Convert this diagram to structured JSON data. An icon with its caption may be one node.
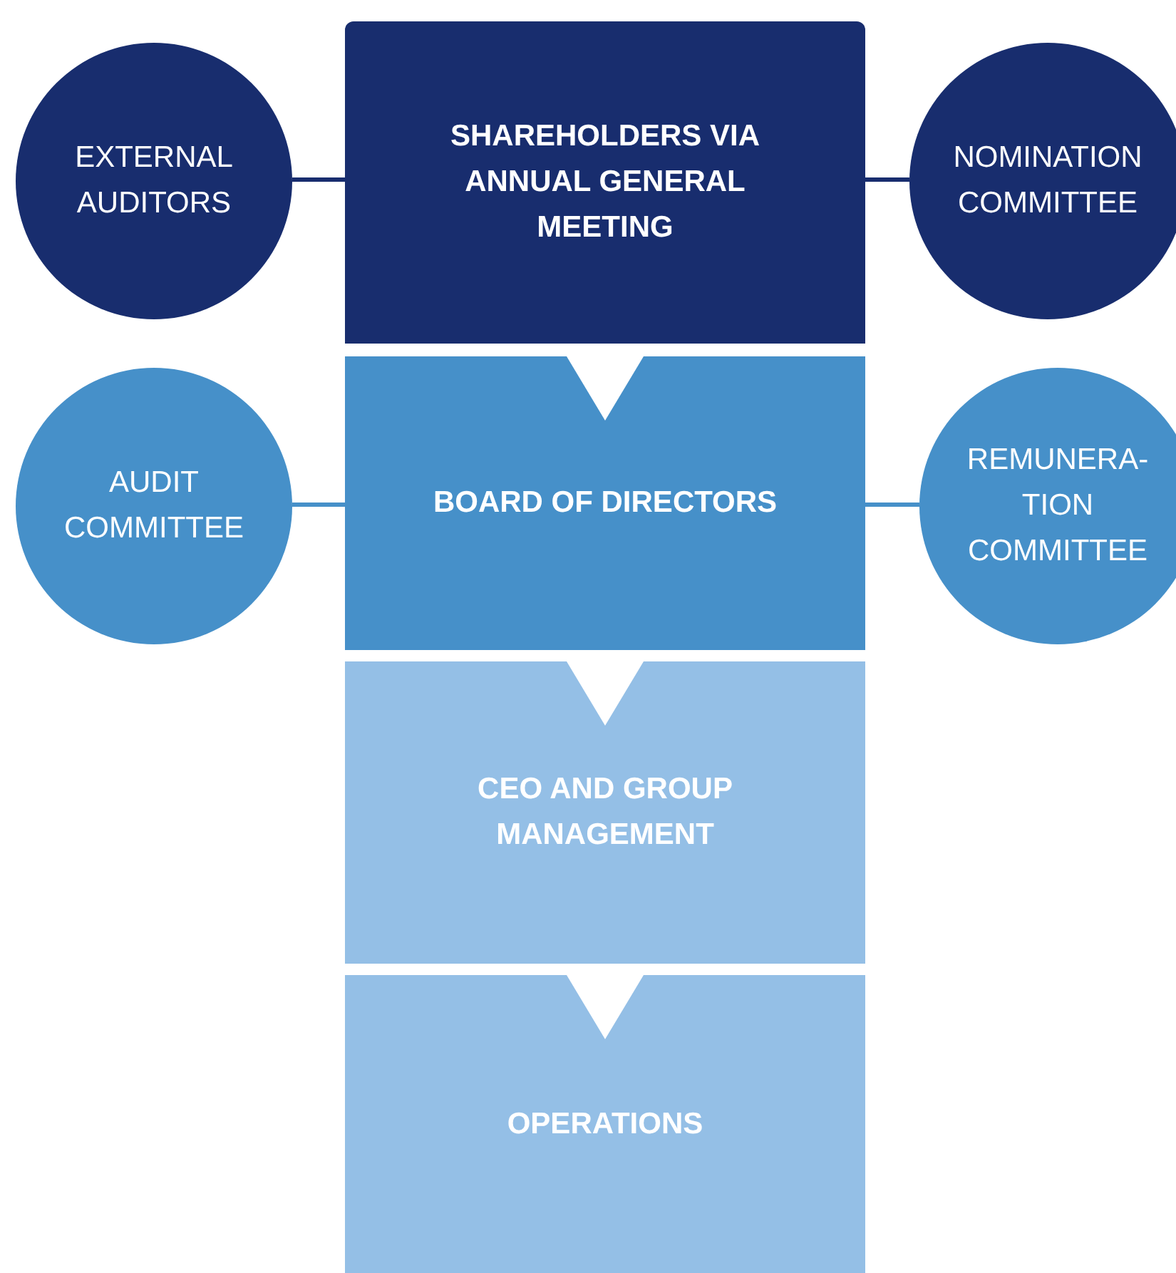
{
  "diagram": {
    "nodes": [
      {
        "text": [
          "EXTERNAL AUDITORS"
        ]
      },
      {
        "text": [
          "SHAREHOLDERS VIA ANNUAL GENERAL MEETING"
        ]
      },
      {
        "text": [
          "NOMINATION COMMITTEE"
        ]
      },
      {
        "text": [
          "AUDIT COMMITTEE"
        ]
      },
      {
        "text": [
          "BOARD OF DIRECTORS"
        ]
      },
      {
        "text": [
          "REMUNERA- TION COMMITTEE"
        ]
      },
      {
        "text": [
          "CEO AND GROUP MANAGEMENT"
        ]
      },
      {
        "text": [
          "OPERATIONS"
        ]
      }
    ],
    "edges": [
      {
        "from": 0,
        "to": 1,
        "arrow": "none",
        "color": "#182d6e"
      },
      {
        "from": 1,
        "to": 2,
        "arrow": "none",
        "color": "#182d6e"
      },
      {
        "from": 3,
        "to": 4,
        "arrow": "none",
        "color": "#4690c9"
      },
      {
        "from": 4,
        "to": 5,
        "arrow": "none",
        "color": "#4690c9"
      },
      {
        "from": 1,
        "to": 4,
        "arrow": "to",
        "color": "#ffffff"
      },
      {
        "from": 4,
        "to": 6,
        "arrow": "to",
        "color": "#ffffff"
      },
      {
        "from": 6,
        "to": 7,
        "arrow": "to",
        "color": "#ffffff"
      }
    ]
  }
}
